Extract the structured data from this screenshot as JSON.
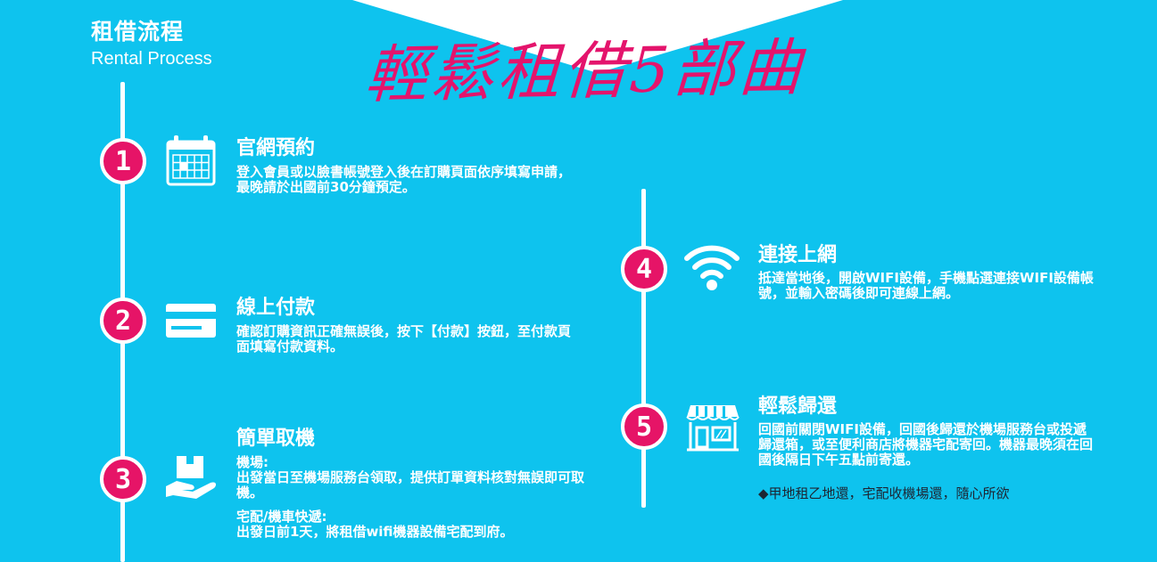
{
  "header": {
    "title_zh": "租借流程",
    "title_en": "Rental Process",
    "banner": "輕鬆租借5部曲"
  },
  "colors": {
    "background": "#0ec3ee",
    "accent": "#e61467",
    "text": "#ffffff"
  },
  "steps": [
    {
      "number": "1",
      "icon": "calendar-icon",
      "title": "官網預約",
      "desc": "登入會員或以臉書帳號登入後在訂購頁面依序填寫申請，最晚請於出國前30分鐘預定。"
    },
    {
      "number": "2",
      "icon": "credit-card-icon",
      "title": "線上付款",
      "desc": "確認訂購資訊正確無誤後，按下【付款】按鈕，至付款頁面填寫付款資料。"
    },
    {
      "number": "3",
      "icon": "hand-package-icon",
      "title": "簡單取機",
      "sub1_label": "機場:",
      "sub1_text": "出發當日至機場服務台領取，提供訂單資料核對無誤即可取機。",
      "sub2_label": "宅配/機車快遞:",
      "sub2_text": "出發日前1天，將租借wifi機器設備宅配到府。"
    },
    {
      "number": "4",
      "icon": "wifi-icon",
      "title": "連接上網",
      "desc": "抵達當地後，開啟WIFI設備，手機點選連接WIFI設備帳號，並輸入密碼後即可連線上網。"
    },
    {
      "number": "5",
      "icon": "store-icon",
      "title": "輕鬆歸還",
      "desc": "回國前關閉WIFI設備，回國後歸還於機場服務台或投遞歸還箱，或至便利商店將機器宅配寄回。機器最晚須在回國後隔日下午五點前寄還。",
      "note": "◆甲地租乙地還，宅配收機場還，隨心所欲"
    }
  ]
}
